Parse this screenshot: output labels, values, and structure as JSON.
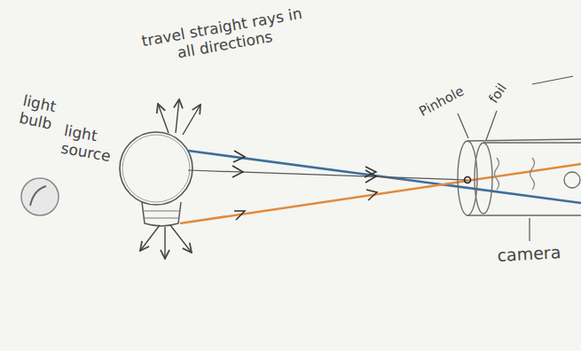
{
  "diagram": {
    "labels": [
      "light bulb",
      "light source",
      "travel straight rays in all directions",
      "Pinhole",
      "foil",
      "camera"
    ]
  }
}
